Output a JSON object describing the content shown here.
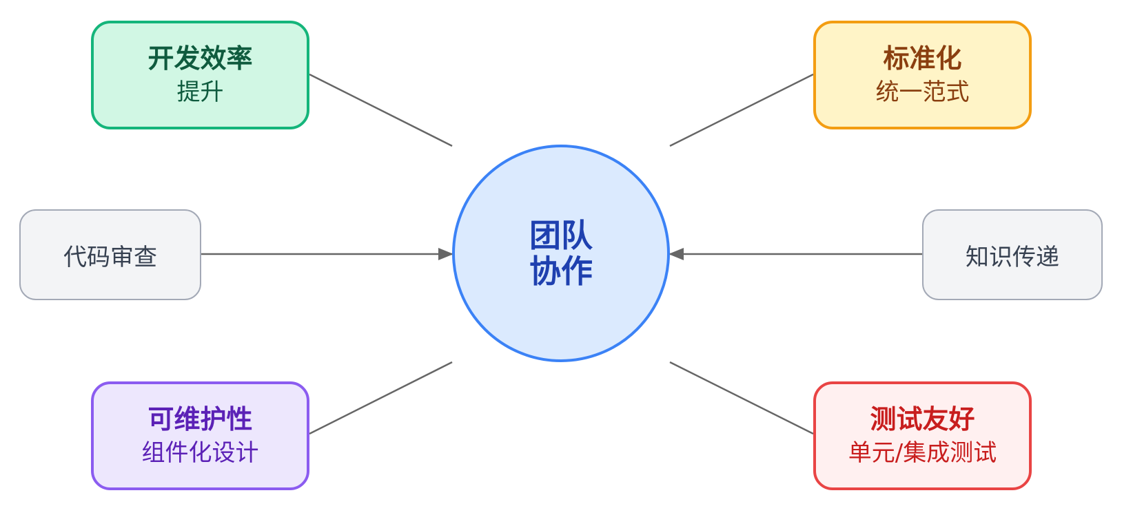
{
  "center": {
    "line1": "团队",
    "line2": "协作"
  },
  "nodes": {
    "dev_efficiency": {
      "title": "开发效率",
      "subtitle": "提升"
    },
    "standardization": {
      "title": "标准化",
      "subtitle": "统一范式"
    },
    "code_review": {
      "label": "代码审查"
    },
    "knowledge_transfer": {
      "label": "知识传递"
    },
    "maintainability": {
      "title": "可维护性",
      "subtitle": "组件化设计"
    },
    "test_friendly": {
      "title": "测试友好",
      "subtitle": "单元/集成测试"
    }
  },
  "colors": {
    "center_fill": "#dbeafe",
    "center_border": "#3b82f6",
    "connector": "#666666",
    "green": "#15b57b",
    "orange": "#f39d12",
    "purple": "#8b5cf0",
    "red": "#e94444",
    "gray": "#a3a9b6"
  }
}
